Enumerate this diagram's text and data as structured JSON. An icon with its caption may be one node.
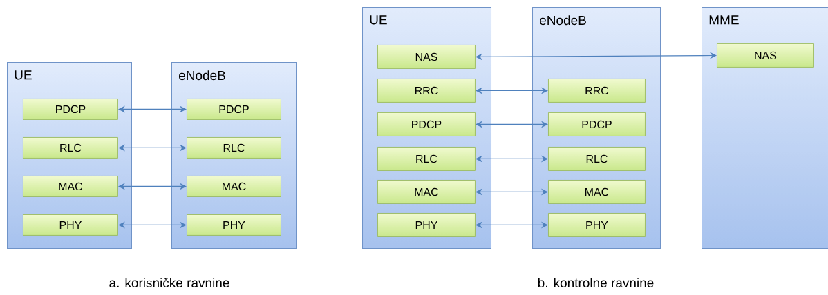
{
  "diagram": {
    "nodes": [
      {
        "text": [
          "UE"
        ]
      },
      {
        "text": [
          "PDCP"
        ],
        "in": 0
      },
      {
        "text": [
          "RLC"
        ],
        "in": 0
      },
      {
        "text": [
          "MAC"
        ],
        "in": 0
      },
      {
        "text": [
          "PHY"
        ],
        "in": 0
      },
      {
        "text": [
          "eNodeB"
        ]
      },
      {
        "text": [
          "PDCP"
        ],
        "in": 5
      },
      {
        "text": [
          "RLC"
        ],
        "in": 5
      },
      {
        "text": [
          "MAC"
        ],
        "in": 5
      },
      {
        "text": [
          "PHY"
        ],
        "in": 5
      },
      {
        "text": [
          "UE"
        ]
      },
      {
        "text": [
          "NAS"
        ],
        "in": 10
      },
      {
        "text": [
          "RRC"
        ],
        "in": 10
      },
      {
        "text": [
          "PDCP"
        ],
        "in": 10
      },
      {
        "text": [
          "RLC"
        ],
        "in": 10
      },
      {
        "text": [
          "MAC"
        ],
        "in": 10
      },
      {
        "text": [
          "PHY"
        ],
        "in": 10
      },
      {
        "text": [
          "eNodeB"
        ]
      },
      {
        "text": [
          "RRC"
        ],
        "in": 17
      },
      {
        "text": [
          "PDCP"
        ],
        "in": 17
      },
      {
        "text": [
          "RLC"
        ],
        "in": 17
      },
      {
        "text": [
          "MAC"
        ],
        "in": 17
      },
      {
        "text": [
          "PHY"
        ],
        "in": 17
      },
      {
        "text": [
          "MME"
        ]
      },
      {
        "text": [
          "NAS"
        ],
        "in": 23
      }
    ],
    "edges": [
      {
        "from": 1,
        "to": 6,
        "arrow": "both"
      },
      {
        "from": 2,
        "to": 7,
        "arrow": "both"
      },
      {
        "from": 3,
        "to": 8,
        "arrow": "both"
      },
      {
        "from": 4,
        "to": 9,
        "arrow": "both"
      },
      {
        "from": 11,
        "to": 24,
        "arrow": "both"
      },
      {
        "from": 12,
        "to": 18,
        "arrow": "both"
      },
      {
        "from": 13,
        "to": 19,
        "arrow": "both"
      },
      {
        "from": 14,
        "to": 20,
        "arrow": "both"
      },
      {
        "from": 15,
        "to": 21,
        "arrow": "both"
      },
      {
        "from": 16,
        "to": 22,
        "arrow": "both"
      }
    ],
    "labels": [
      "a. korisničke ravnine",
      "b. kontrolne ravnine"
    ]
  }
}
